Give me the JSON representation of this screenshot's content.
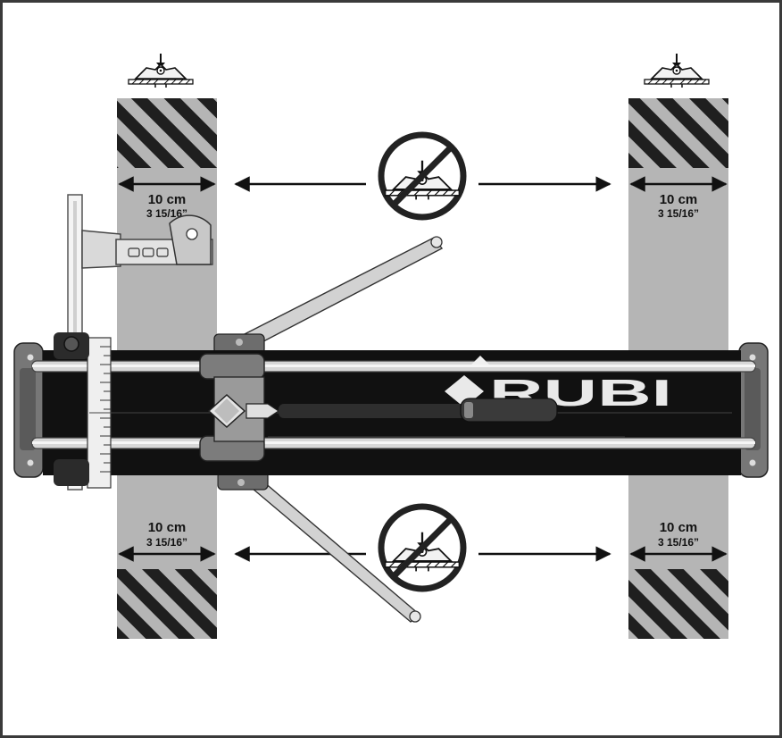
{
  "brand": {
    "logo_text": "RUBI"
  },
  "measurements": {
    "top_left": {
      "metric": "10 cm",
      "imperial": "3 15/16”"
    },
    "top_right": {
      "metric": "10 cm",
      "imperial": "3 15/16”"
    },
    "bottom_left": {
      "metric": "10 cm",
      "imperial": "3 15/16”"
    },
    "bottom_right": {
      "metric": "10 cm",
      "imperial": "3 15/16”"
    }
  },
  "icons": {
    "support": "support-stand-icon",
    "prohibited": "prohibited-support-icon",
    "arrow": "double-arrow-icon"
  },
  "colors": {
    "frame": "#3a3a3a",
    "zone_gray": "#b5b5b5",
    "stripe": "#1f1f1f",
    "cutter_body": "#111111",
    "rail": "#d7d7d7",
    "handle": "#cfcfcf"
  }
}
